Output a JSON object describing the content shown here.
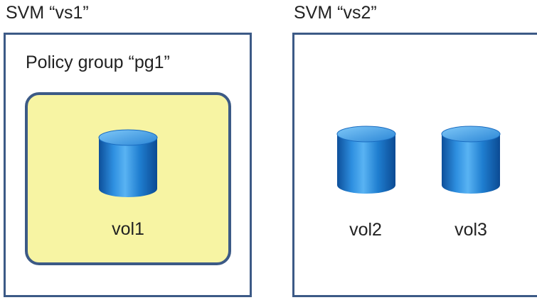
{
  "svms": [
    {
      "title": "SVM “vs1”",
      "policy_group": {
        "label": "Policy group “pg1”",
        "volumes": [
          "vol1"
        ]
      }
    },
    {
      "title": "SVM “vs2”",
      "volumes": [
        "vol2",
        "vol3"
      ]
    }
  ],
  "colors": {
    "box_border": "#3c5a86",
    "policy_fill": "#f7f4a3",
    "volume_blue": "#1a74c8"
  },
  "icons": {
    "volume": "database-cylinder-icon"
  }
}
